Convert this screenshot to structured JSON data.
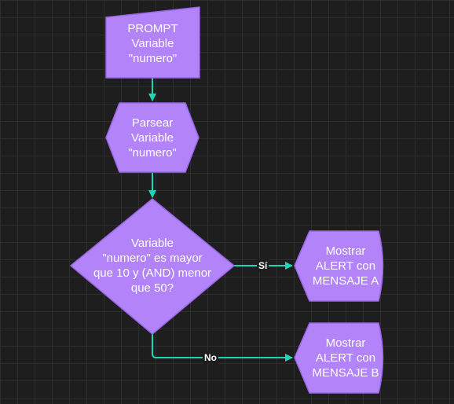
{
  "diagram": {
    "nodes": {
      "prompt": {
        "shape": "manual-input",
        "text": "PROMPT\nVariable\n\"numero\""
      },
      "parse": {
        "shape": "hexagon",
        "text": "Parsear\nVariable\n\"numero\""
      },
      "decision": {
        "shape": "diamond",
        "text": "Variable\n\"numero\" es mayor\nque 10 y (AND) menor\nque 50?"
      },
      "alert_a": {
        "shape": "display",
        "text": "Mostrar\nALERT con\nMENSAJE A"
      },
      "alert_b": {
        "shape": "display",
        "text": "Mostrar\nALERT con\nMENSAJE B"
      }
    },
    "edges": {
      "prompt_to_parse": {
        "from": "prompt",
        "to": "parse",
        "label": ""
      },
      "parse_to_decision": {
        "from": "parse",
        "to": "decision",
        "label": ""
      },
      "decision_to_a": {
        "from": "decision",
        "to": "alert_a",
        "label": "Sí"
      },
      "decision_to_b": {
        "from": "decision",
        "to": "alert_b",
        "label": "No"
      }
    },
    "colors": {
      "node_fill": "#b383fa",
      "node_stroke": "#9966e6",
      "edge": "#1cd6b8",
      "text": "#ffffff",
      "background": "#1e1e1e"
    }
  }
}
